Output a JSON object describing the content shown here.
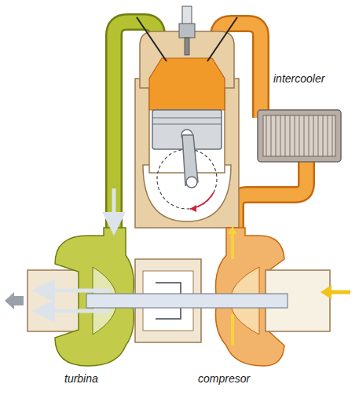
{
  "diagram": {
    "labels": [
      "intercooler",
      "turbina",
      "compresor"
    ]
  }
}
